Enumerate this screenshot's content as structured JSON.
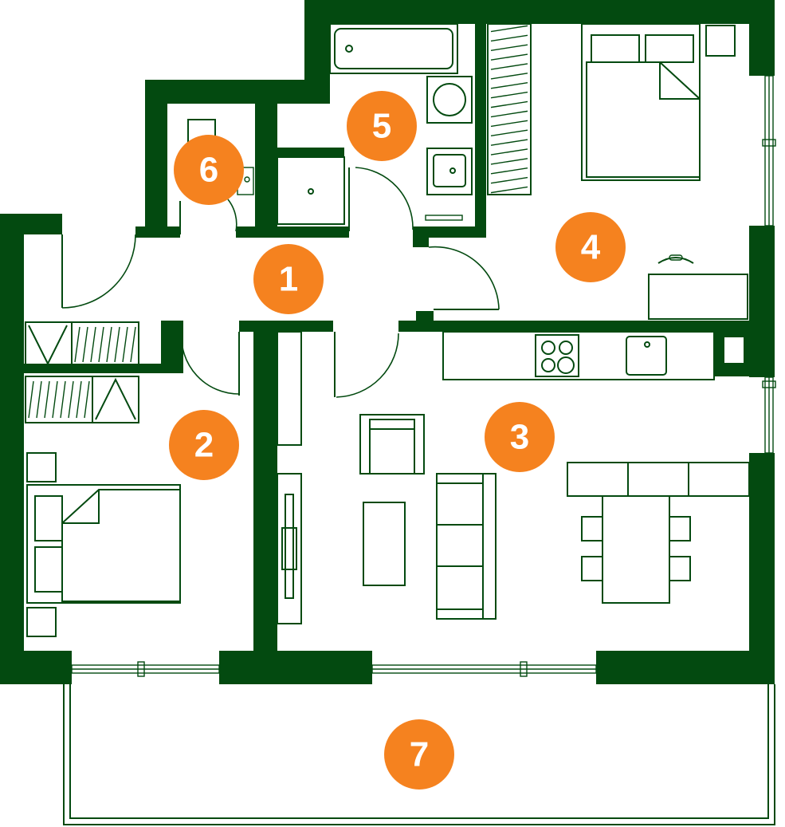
{
  "plan": {
    "colors": {
      "wall": "#034a10",
      "badge": "#f5821f",
      "badge_text": "#ffffff",
      "background": "#ffffff"
    },
    "rooms": [
      {
        "id": "room-1",
        "label": "1"
      },
      {
        "id": "room-2",
        "label": "2"
      },
      {
        "id": "room-3",
        "label": "3"
      },
      {
        "id": "room-4",
        "label": "4"
      },
      {
        "id": "room-5",
        "label": "5"
      },
      {
        "id": "room-6",
        "label": "6"
      },
      {
        "id": "room-7",
        "label": "7"
      }
    ]
  }
}
